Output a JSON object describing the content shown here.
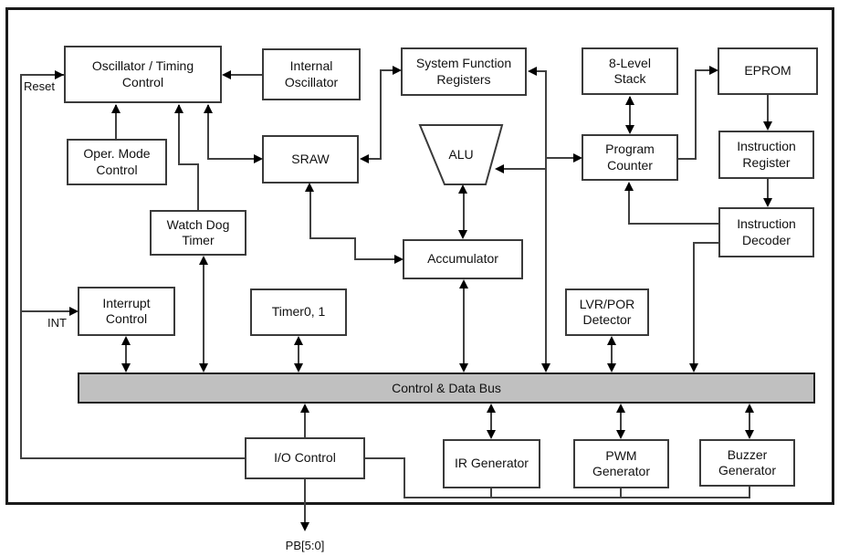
{
  "diagram": {
    "pins": {
      "reset": "Reset",
      "int": "INT",
      "pb": "PB[5:0]"
    },
    "bus": {
      "label": "Control & Data Bus",
      "fill": "#c0c0c0"
    },
    "blocks": [
      {
        "id": "oscillator-timing-control",
        "label": "Oscillator / Timing\nControl"
      },
      {
        "id": "internal-oscillator",
        "label": "Internal\nOscillator"
      },
      {
        "id": "system-function-registers",
        "label": "System Function\nRegisters"
      },
      {
        "id": "eight-level-stack",
        "label": "8-Level\nStack"
      },
      {
        "id": "eprom",
        "label": "EPROM"
      },
      {
        "id": "oper-mode-control",
        "label": "Oper. Mode\nControl"
      },
      {
        "id": "sraw",
        "label": "SRAW"
      },
      {
        "id": "alu",
        "label": "ALU"
      },
      {
        "id": "program-counter",
        "label": "Program\nCounter"
      },
      {
        "id": "instruction-register",
        "label": "Instruction\nRegister"
      },
      {
        "id": "watch-dog-timer",
        "label": "Watch Dog\nTimer"
      },
      {
        "id": "accumulator",
        "label": "Accumulator"
      },
      {
        "id": "instruction-decoder",
        "label": "Instruction\nDecoder"
      },
      {
        "id": "interrupt-control",
        "label": "Interrupt\nControl"
      },
      {
        "id": "timer0-1",
        "label": "Timer0, 1"
      },
      {
        "id": "lvr-por-detector",
        "label": "LVR/POR\nDetector"
      },
      {
        "id": "io-control",
        "label": "I/O Control"
      },
      {
        "id": "ir-generator",
        "label": "IR Generator"
      },
      {
        "id": "pwm-generator",
        "label": "PWM\nGenerator"
      },
      {
        "id": "buzzer-generator",
        "label": "Buzzer\nGenerator"
      }
    ],
    "colors": {
      "background": "#ffffff",
      "box_border": "#3a3a3a",
      "wire": "#404040",
      "arrow": "#000000",
      "bus_fill": "#c0c0c0",
      "text": "#111111"
    }
  }
}
